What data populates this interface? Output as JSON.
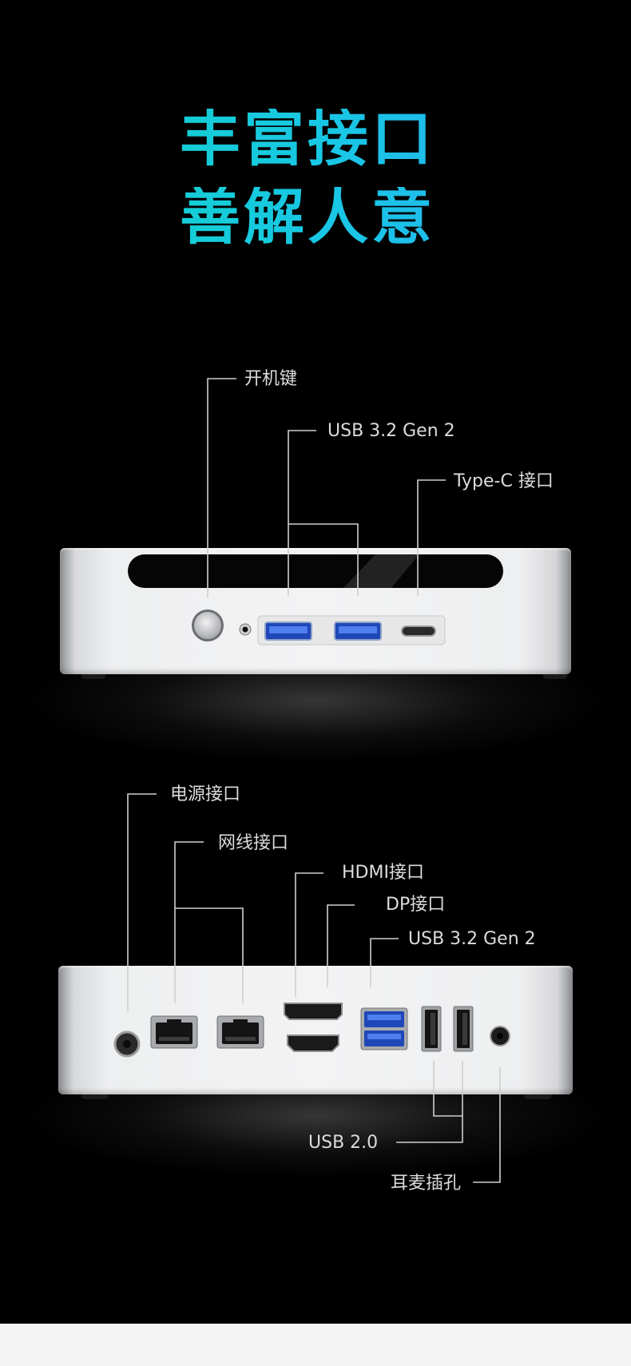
{
  "headline": {
    "line1": "丰富接口",
    "line2": "善解人意"
  },
  "front_labels": {
    "power_button": "开机键",
    "usb32_front": "USB 3.2 Gen 2",
    "type_c": "Type-C 接口"
  },
  "rear_labels": {
    "power_port": "电源接口",
    "ethernet": "网线接口",
    "hdmi": "HDMI接口",
    "dp": "DP接口",
    "usb32_rear": "USB 3.2 Gen 2",
    "usb20": "USB 2.0",
    "audio_jack": "耳麦插孔"
  },
  "colors": {
    "background": "#000000",
    "headline_gradient_start": "#0fd6c2",
    "headline_gradient_end": "#2aaaf2",
    "label_text": "#dcdcdc",
    "usb3_blue": "#2f5fd4",
    "chassis_silver": "#f0f0f1"
  }
}
